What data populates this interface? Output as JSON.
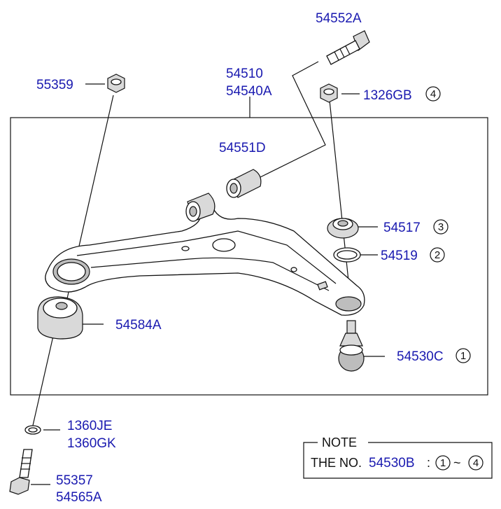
{
  "labels": {
    "p54552A": "54552A",
    "p55359": "55359",
    "p54510": "54510",
    "p54540A": "54540A",
    "p1326GB": "1326GB",
    "p54551D": "54551D",
    "p54517": "54517",
    "p54519": "54519",
    "p54584A": "54584A",
    "p54530C": "54530C",
    "p1360JE": "1360JE",
    "p1360GK": "1360GK",
    "p55357": "55357",
    "p54565A": "54565A"
  },
  "markers": {
    "m1326GB": "4",
    "m54517": "3",
    "m54519": "2",
    "m54530C": "1"
  },
  "note": {
    "title": "NOTE",
    "prefix": "THE NO.",
    "part": "54530B",
    "colon": ":",
    "from": "1",
    "tilde": "~",
    "to": "4"
  }
}
